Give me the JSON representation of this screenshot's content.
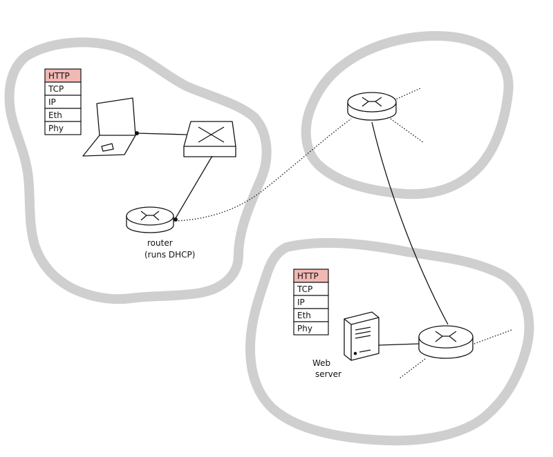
{
  "diagram": {
    "blob_color": "#cfcfcf",
    "highlight_color": "#f2b8b4",
    "ink_color": "#111111",
    "client_stack": {
      "layers": [
        "HTTP",
        "TCP",
        "IP",
        "Eth",
        "Phy"
      ],
      "highlighted_layer": "HTTP"
    },
    "server_stack": {
      "layers": [
        "HTTP",
        "TCP",
        "IP",
        "Eth",
        "Phy"
      ],
      "highlighted_layer": "HTTP"
    },
    "labels": {
      "router_line1": "router",
      "router_line2": "(runs DHCP)",
      "server_line1": "Web",
      "server_line2": "server"
    },
    "icons": [
      "laptop-icon",
      "switch-icon",
      "router-icon",
      "server-icon"
    ]
  }
}
